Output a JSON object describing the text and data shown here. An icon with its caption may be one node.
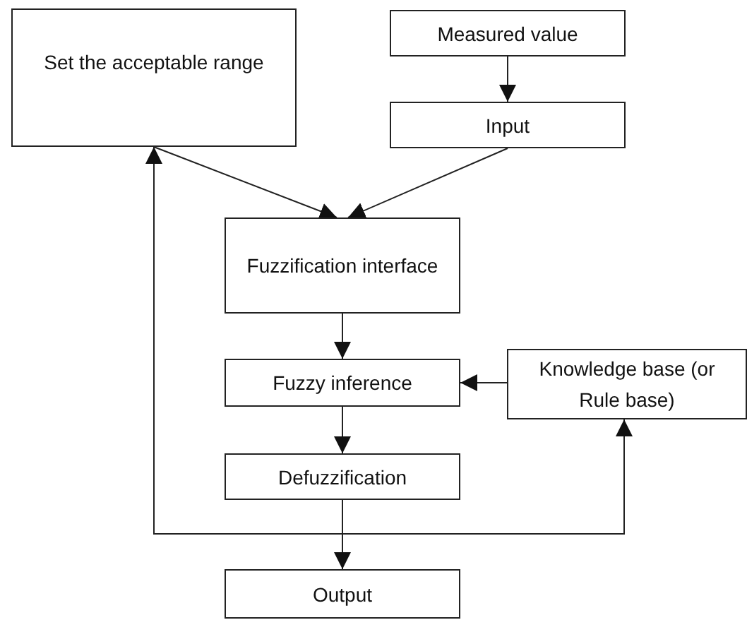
{
  "diagram": {
    "nodes": [
      {
        "text": [
          "Set the acceptable range"
        ]
      },
      {
        "text": [
          "Measured value"
        ]
      },
      {
        "text": [
          "Input"
        ]
      },
      {
        "text": [
          "Fuzzification interface"
        ]
      },
      {
        "text": [
          "Fuzzy inference"
        ]
      },
      {
        "text": [
          "Knowledge base (or Rule base)"
        ]
      },
      {
        "text": [
          "Defuzzification"
        ]
      },
      {
        "text": [
          "Output"
        ]
      }
    ],
    "edges": [
      {
        "from": 1,
        "to": 2,
        "arrow": "to"
      },
      {
        "from": 0,
        "to": 3,
        "arrow": "to"
      },
      {
        "from": 2,
        "to": 3,
        "arrow": "to"
      },
      {
        "from": 3,
        "to": 4,
        "arrow": "to"
      },
      {
        "from": 5,
        "to": 4,
        "arrow": "to"
      },
      {
        "from": 4,
        "to": 6,
        "arrow": "to"
      },
      {
        "from": 6,
        "to": 7,
        "arrow": "to"
      },
      {
        "from": 6,
        "to": 0,
        "arrow": "to"
      },
      {
        "from": 6,
        "to": 5,
        "arrow": "to"
      }
    ]
  }
}
